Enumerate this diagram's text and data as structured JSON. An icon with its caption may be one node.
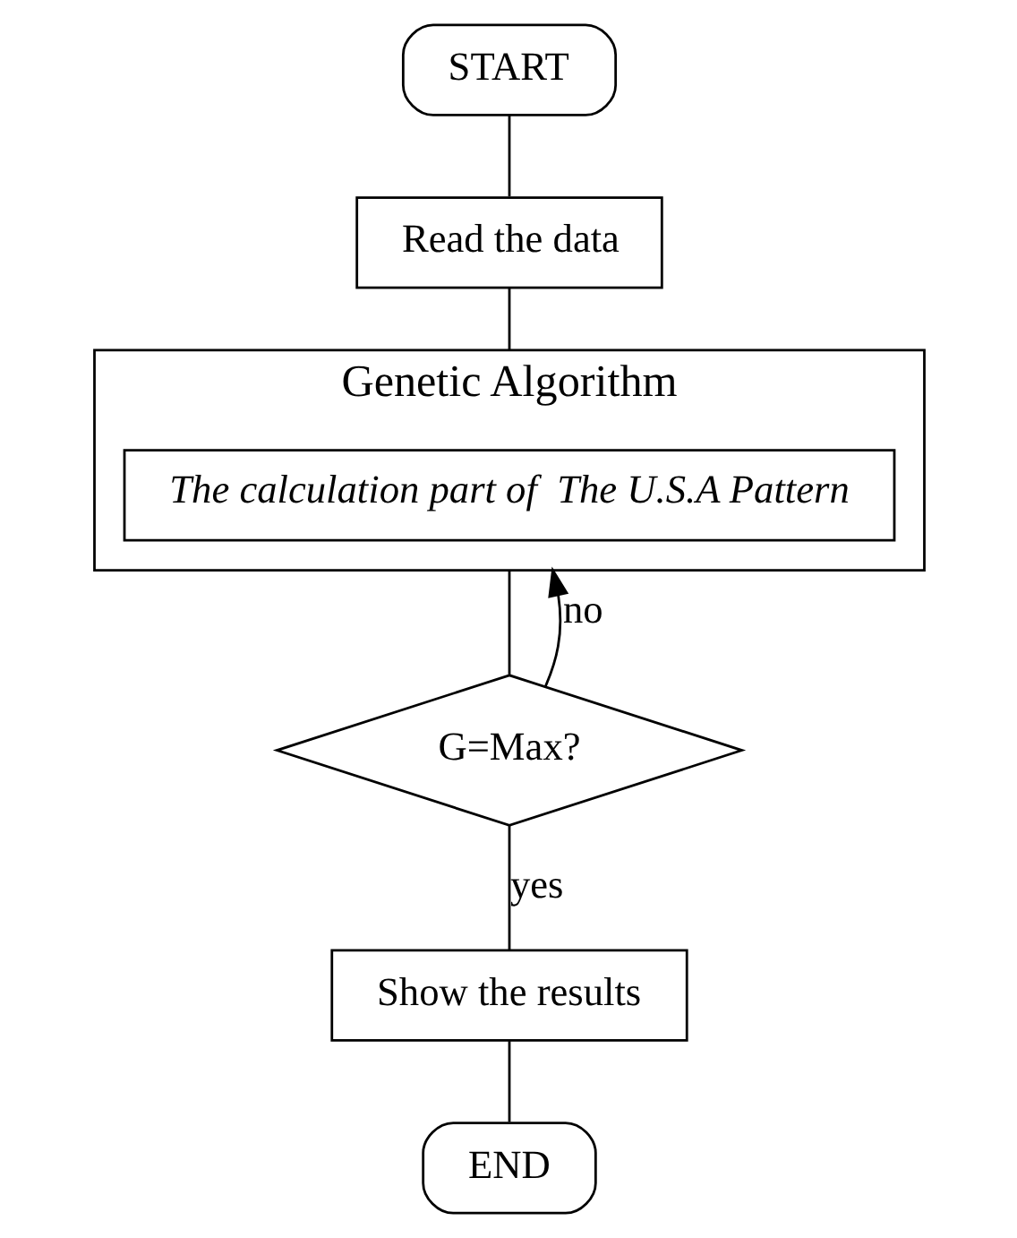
{
  "diagram": {
    "nodes": [
      {
        "text": [
          "START"
        ]
      },
      {
        "text": [
          "Read the data"
        ]
      },
      {
        "text": [
          "Genetic Algorithm"
        ]
      },
      {
        "text": [
          "The calculation part of  The U.S.A Pattern"
        ],
        "in": 2
      },
      {
        "text": [
          "G=Max?"
        ]
      },
      {
        "text": [
          "Show the results"
        ]
      },
      {
        "text": [
          "END"
        ]
      }
    ],
    "edges": [
      {
        "from": 0,
        "to": 1,
        "arrow": "none"
      },
      {
        "from": 1,
        "to": 2,
        "arrow": "none"
      },
      {
        "from": 2,
        "to": 4,
        "arrow": "none"
      },
      {
        "from": 4,
        "to": 2,
        "arrow": "to",
        "label": "no"
      },
      {
        "from": 4,
        "to": 5,
        "arrow": "none",
        "label": "yes"
      },
      {
        "from": 5,
        "to": 6,
        "arrow": "none"
      }
    ]
  }
}
